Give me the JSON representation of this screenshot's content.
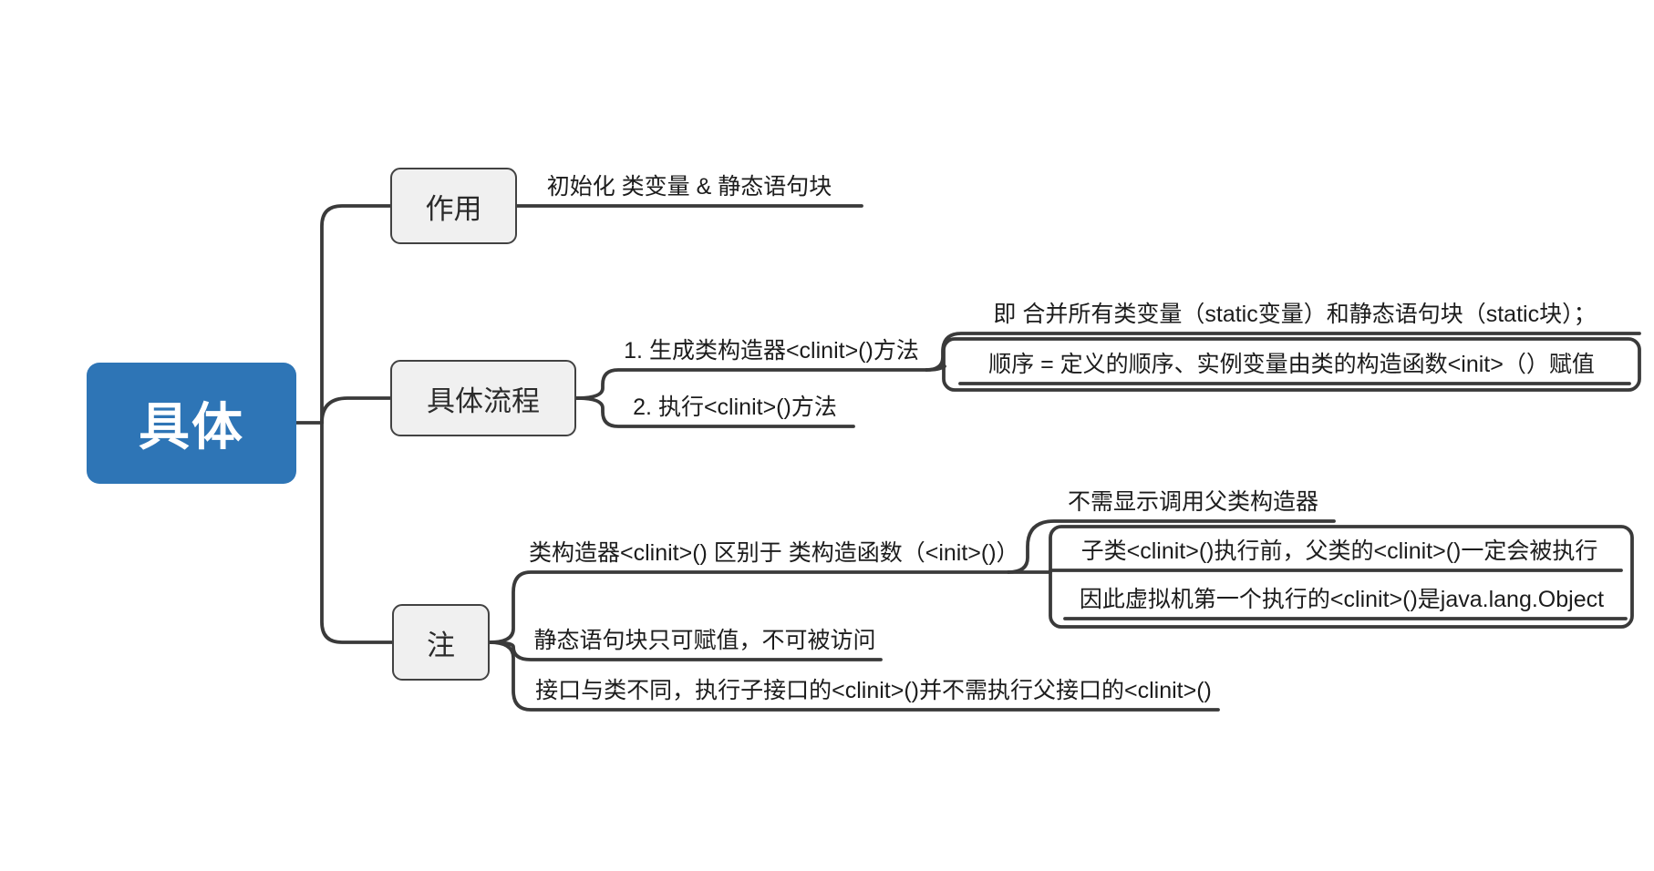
{
  "root": {
    "label": "具体"
  },
  "branches": [
    {
      "label": "作用",
      "children": [
        {
          "label": "初始化 类变量 & 静态语句块"
        }
      ]
    },
    {
      "label": "具体流程",
      "children": [
        {
          "label": "1. 生成类构造器<clinit>()方法",
          "children": [
            {
              "label": "即 合并所有类变量（static变量）和静态语句块（static块）；"
            },
            {
              "label": "顺序 = 定义的顺序、实例变量由类的构造函数<init>（）赋值",
              "boxed": true
            }
          ]
        },
        {
          "label": "2. 执行<clinit>()方法"
        }
      ]
    },
    {
      "label": "注",
      "children": [
        {
          "label": "类构造器<clinit>() 区别于 类构造函数（<init>()）",
          "children": [
            {
              "label": "不需显示调用父类构造器"
            },
            {
              "label": "子类<clinit>()执行前，父类的<clinit>()一定会被执行",
              "boxed": true
            },
            {
              "label": "因此虚拟机第一个执行的<clinit>()是java.lang.Object",
              "boxed": true
            }
          ]
        },
        {
          "label": "静态语句块只可赋值，不可被访问"
        },
        {
          "label": "接口与类不同，执行子接口的<clinit>()并不需执行父接口的<clinit>()"
        }
      ]
    }
  ],
  "colors": {
    "root_fill": "#2e75b6",
    "root_text": "#ffffff",
    "topic_fill": "#f0f0f0",
    "line": "#3a3a3a"
  }
}
